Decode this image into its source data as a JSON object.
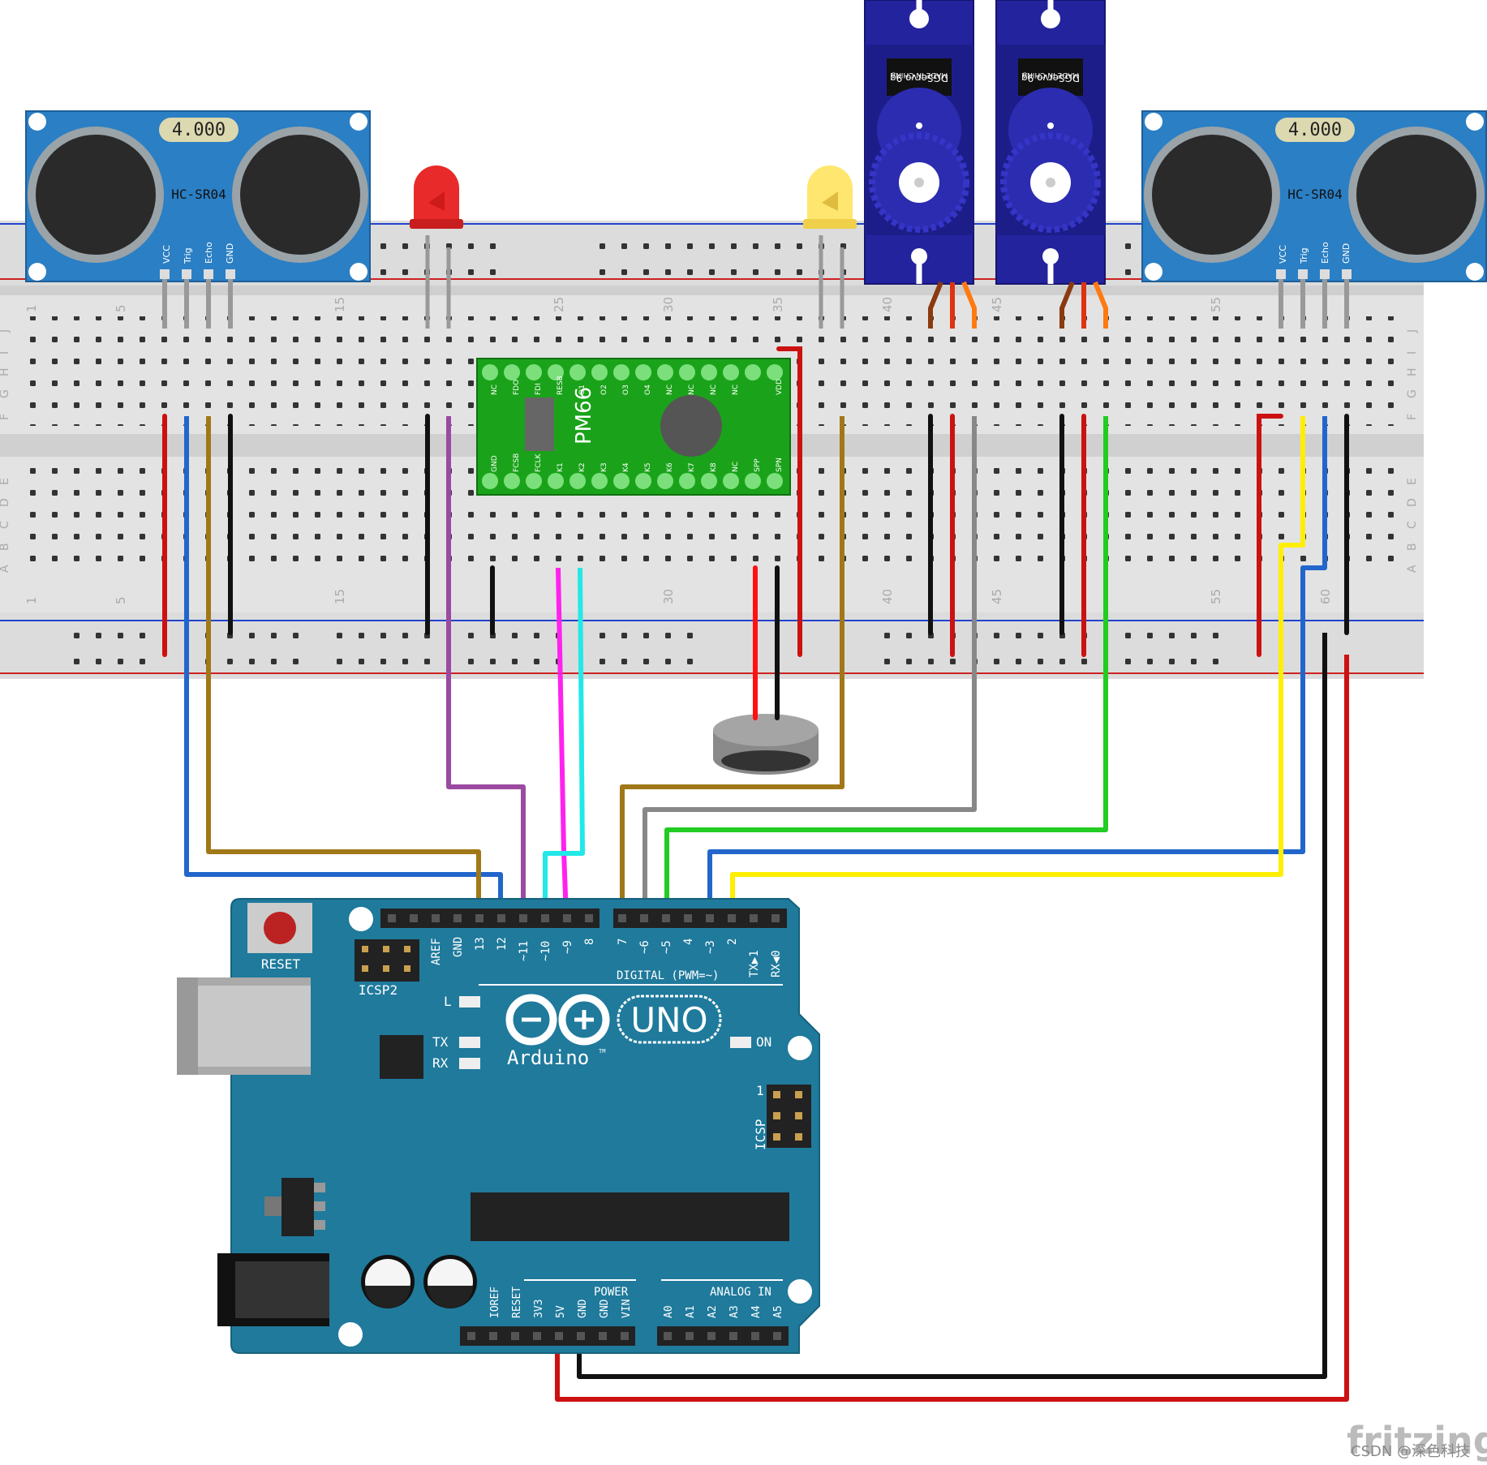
{
  "colors": {
    "board": "#1f7a9c",
    "sensor": "#2b7fc4",
    "pm66": "#1aa31a",
    "servo": "#23239e",
    "breadboard": "#e6e6e6",
    "wire_red": "#cc1111",
    "wire_black": "#111111",
    "wire_blue": "#2266cc",
    "wire_brown": "#a07818",
    "wire_purple": "#9a4aa0",
    "wire_magenta": "#ff22ee",
    "wire_cyan": "#22e8e8",
    "wire_gray": "#888888",
    "wire_green": "#22cc22",
    "wire_yellow": "#ffee00"
  },
  "sensors": {
    "left": {
      "display": "4.000",
      "model": "HC-SR04",
      "pins": [
        "VCC",
        "Trig",
        "Echo",
        "GND"
      ]
    },
    "right": {
      "display": "4.000",
      "model": "HC-SR04",
      "pins": [
        "VCC",
        "Trig",
        "Echo",
        "GND"
      ]
    }
  },
  "servos": {
    "left": {
      "line1": "MADE IN CHINA",
      "line2": "DGServo 9g"
    },
    "right": {
      "line1": "MADE IN CHINA",
      "line2": "DGServo 9g"
    }
  },
  "breadboard": {
    "col_numbers": [
      "1",
      "5",
      "15",
      "25",
      "30",
      "35",
      "40",
      "45",
      "55"
    ],
    "col_numbers_bottom": [
      "1",
      "5",
      "15",
      "30",
      "40",
      "45",
      "55",
      "60"
    ],
    "row_letters_top": [
      "J",
      "I",
      "H",
      "G",
      "F"
    ],
    "row_letters_bottom": [
      "E",
      "D",
      "C",
      "B",
      "A"
    ]
  },
  "pm66": {
    "name": "PM66",
    "top_pins": [
      "NC",
      "FDO",
      "FDI",
      "RESB",
      "O1",
      "O2",
      "O3",
      "O4",
      "NC",
      "NC",
      "NC",
      "NC",
      "VDD"
    ],
    "bottom_pins": [
      "GND",
      "FCSB",
      "FCLK",
      "K1",
      "K2",
      "K3",
      "K4",
      "K5",
      "K6",
      "K7",
      "K8",
      "NC",
      "SPP",
      "SPN"
    ]
  },
  "arduino": {
    "reset": "RESET",
    "icsp2": "ICSP2",
    "icsp": "ICSP",
    "icsp_pin1": "1",
    "digital_label": "DIGITAL (PWM=~)",
    "digital_pins": [
      "AREF",
      "GND",
      "13",
      "12",
      "~11",
      "~10",
      "~9",
      "8",
      "7",
      "~6",
      "~5",
      "4",
      "~3",
      "2",
      "TX▶1",
      "RX◀0"
    ],
    "led_l": "L",
    "led_tx": "TX",
    "led_rx": "RX",
    "led_on": "ON",
    "uno": "UNO",
    "brand": "Arduino",
    "tm": "TM",
    "power_label": "POWER",
    "power_pins": [
      "IOREF",
      "RESET",
      "3V3",
      "5V",
      "GND",
      "GND",
      "VIN"
    ],
    "analog_label": "ANALOG IN",
    "analog_pins": [
      "A0",
      "A1",
      "A2",
      "A3",
      "A4",
      "A5"
    ]
  },
  "footer": {
    "logo": "fritzing",
    "watermark": "CSDN @深色科技"
  }
}
